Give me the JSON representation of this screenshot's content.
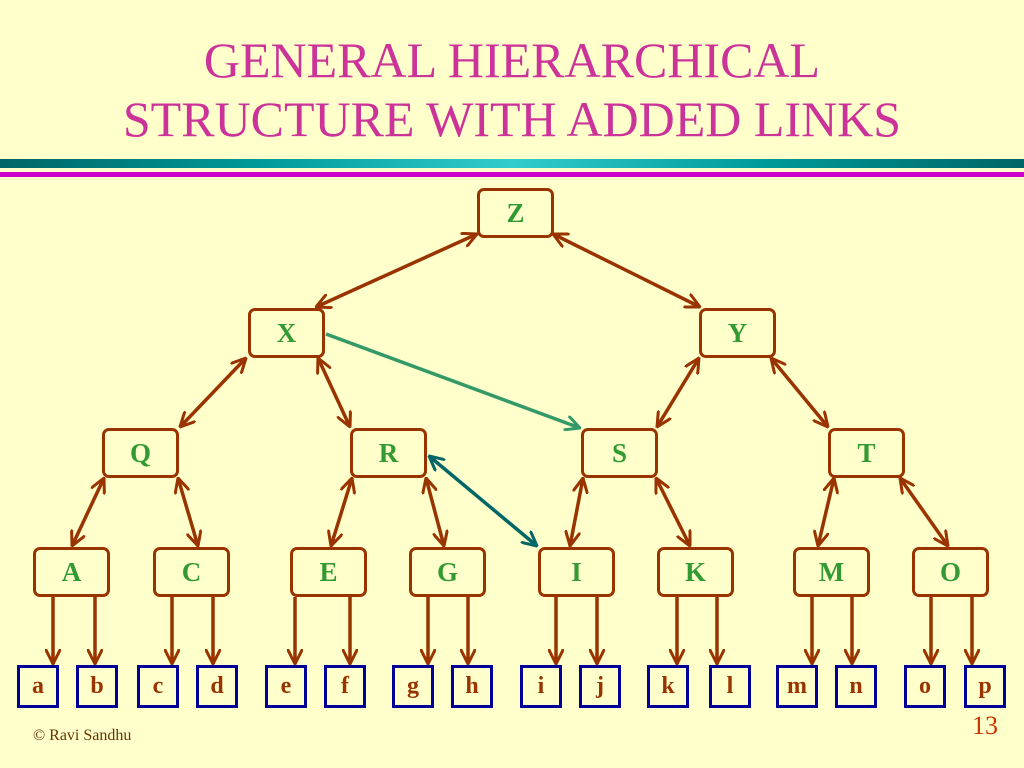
{
  "slide": {
    "title_line1": "GENERAL HIERARCHICAL",
    "title_line2": "STRUCTURE WITH ADDED LINKS",
    "copyright": "© Ravi Sandhu",
    "page_number": "13"
  },
  "tree": {
    "root": "Z",
    "level1": [
      "X",
      "Y"
    ],
    "level2": [
      "Q",
      "R",
      "S",
      "T"
    ],
    "level3": [
      "A",
      "C",
      "E",
      "G",
      "I",
      "K",
      "M",
      "O"
    ],
    "leaves": [
      "a",
      "b",
      "c",
      "d",
      "e",
      "f",
      "g",
      "h",
      "i",
      "j",
      "k",
      "l",
      "m",
      "n",
      "o",
      "p"
    ]
  },
  "colors": {
    "bg": "#FFFFCC",
    "title": "#CC3399",
    "node-border": "#993300",
    "node-text": "#339933",
    "leaf-border": "#000099",
    "leaf-text": "#993300",
    "footer": "#663300",
    "page-num": "#CC3300",
    "edge": "#993300",
    "added-link-x-s": "#339966",
    "added-link-r-i": "#006666"
  }
}
